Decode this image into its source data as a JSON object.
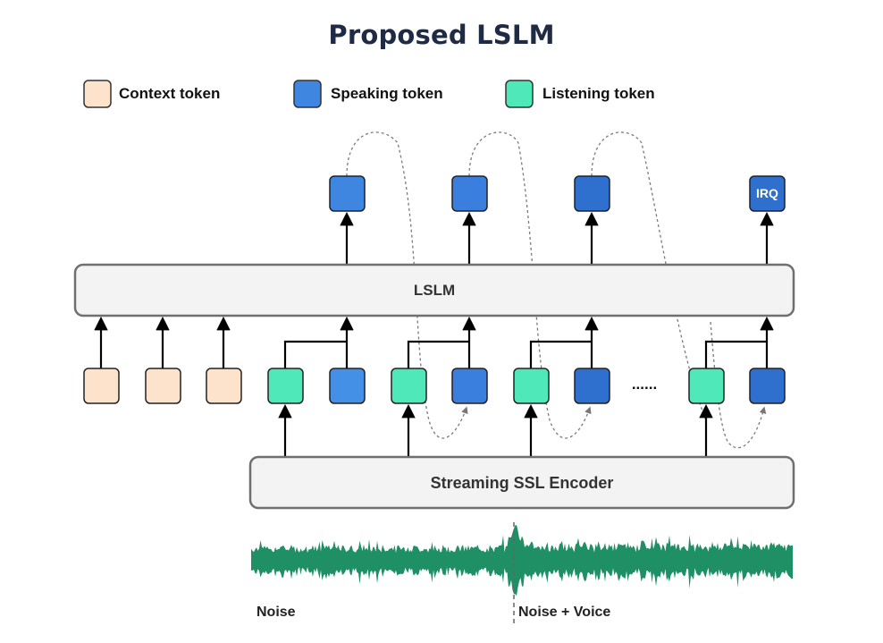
{
  "title": "Proposed LSLM",
  "legend": {
    "context_label": "Context token",
    "speaking_label": "Speaking token",
    "listening_label": "Listening token"
  },
  "lslm_label": "LSLM",
  "encoder_label": "Streaming SSL Encoder",
  "ellipsis": "......",
  "irq_label": "IRQ",
  "waveform": {
    "noise_label": "Noise",
    "noise_voice_label": "Noise + Voice"
  },
  "colors": {
    "context": "#fde3cc",
    "speaking": "#3f86e0",
    "speaking_dark": "#2f6fce",
    "listening": "#4ee8b9",
    "box_fill": "#f3f3f3",
    "box_stroke": "#6f6f6f",
    "wave": "#1f8f66"
  }
}
